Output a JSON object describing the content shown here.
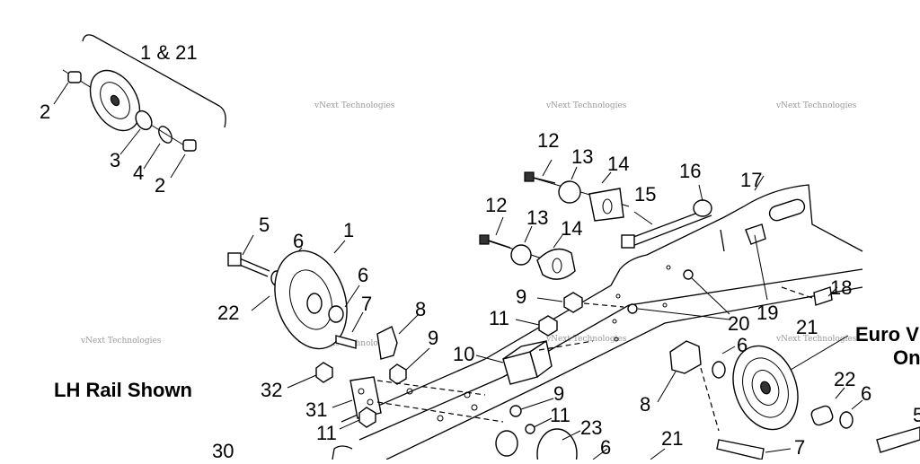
{
  "labels": {
    "group_1_21": "1 & 21",
    "p2a": "2",
    "p2b": "2",
    "p3": "3",
    "p4": "4",
    "p12a": "12",
    "p13a": "13",
    "p14a": "14",
    "p16": "16",
    "p17": "17",
    "p15": "15",
    "p12b": "12",
    "p13b": "13",
    "p14b": "14",
    "p5a": "5",
    "p6a": "6",
    "p1": "1",
    "p22a": "22",
    "p6b": "6",
    "p7a": "7",
    "p8a": "8",
    "p9a": "9",
    "p9b": "9",
    "p11a": "11",
    "p10": "10",
    "p18": "18",
    "p19": "19",
    "p20": "20",
    "p21a": "21",
    "p6c": "6",
    "p8b": "8",
    "p22b": "22",
    "p6d": "6",
    "p5b": "5",
    "p7b": "7",
    "p21b": "21",
    "p6e": "6",
    "p23": "23",
    "p9c": "9",
    "p11b": "11",
    "p32": "32",
    "p31": "31",
    "p11c": "11",
    "p30": "30"
  },
  "captions": {
    "rail_note": "LH Rail Shown",
    "euro_line1": "Euro V",
    "euro_line2": "On"
  },
  "watermark": "vNext Technologies",
  "colors": {
    "ink": "#000000",
    "watermark": "#9a9a9a"
  }
}
